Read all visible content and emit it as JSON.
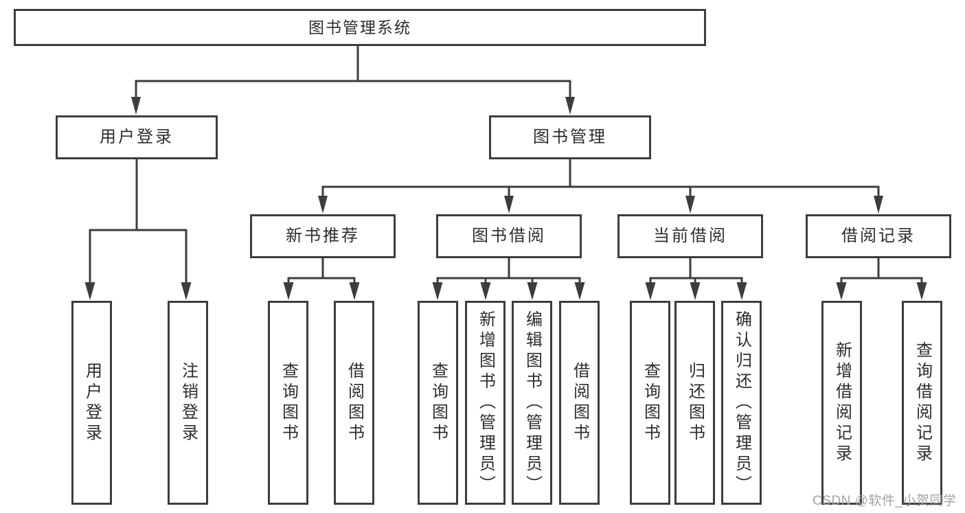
{
  "diagram": {
    "root": {
      "label": "图书管理系统",
      "children": [
        {
          "label": "用户登录",
          "children": [
            {
              "label": "用户登录"
            },
            {
              "label": "注销登录"
            }
          ]
        },
        {
          "label": "图书管理",
          "children": [
            {
              "label": "新书推荐",
              "children": [
                {
                  "label": "查询图书"
                },
                {
                  "label": "借阅图书"
                }
              ]
            },
            {
              "label": "图书借阅",
              "children": [
                {
                  "label": "查询图书"
                },
                {
                  "label": "新增图书（管理员）"
                },
                {
                  "label": "编辑图书（管理员）"
                },
                {
                  "label": "借阅图书"
                }
              ]
            },
            {
              "label": "当前借阅",
              "children": [
                {
                  "label": "查询图书"
                },
                {
                  "label": "归还图书"
                },
                {
                  "label": "确认归还（管理员）"
                }
              ]
            },
            {
              "label": "借阅记录",
              "children": [
                {
                  "label": "新增借阅记录"
                },
                {
                  "label": "查询借阅记录"
                }
              ]
            }
          ]
        }
      ]
    }
  },
  "watermark": {
    "text": "CSDN @软件_小贺同学"
  },
  "colors": {
    "line": "#3d3d3d",
    "text": "#2d2d2d",
    "watermark": "#a3a3a3",
    "background": "#ffffff"
  }
}
